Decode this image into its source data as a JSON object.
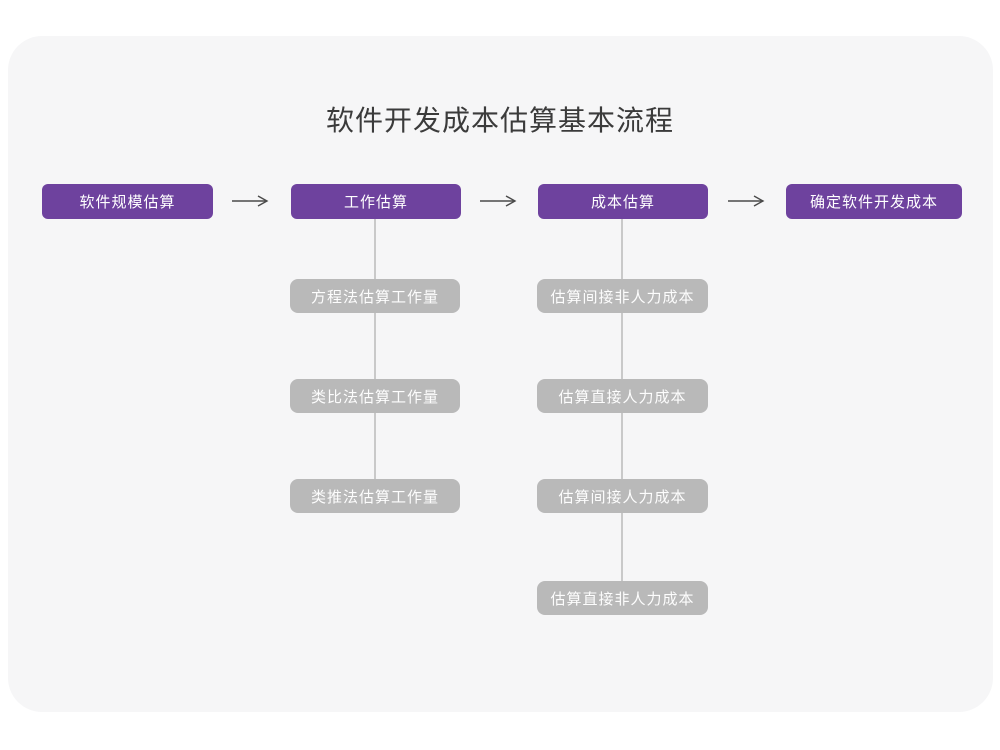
{
  "title": "软件开发成本估算基本流程",
  "colors": {
    "page_background": "#ffffff",
    "card_background": "#f6f6f7",
    "stage_box": "#6e429e",
    "sub_box": "#b9b9b9",
    "connector_line": "#c9c9c9",
    "arrow_line": "#4a4a4a",
    "title_text": "#3b3b3b",
    "box_text": "#ffffff"
  },
  "flow": {
    "stages": [
      {
        "label": "软件规模估算",
        "children": []
      },
      {
        "label": "工作估算",
        "children": [
          "方程法估算工作量",
          "类比法估算工作量",
          "类推法估算工作量"
        ]
      },
      {
        "label": "成本估算",
        "children": [
          "估算间接非人力成本",
          "估算直接人力成本",
          "估算间接人力成本",
          "估算直接非人力成本"
        ]
      },
      {
        "label": "确定软件开发成本",
        "children": []
      }
    ]
  }
}
